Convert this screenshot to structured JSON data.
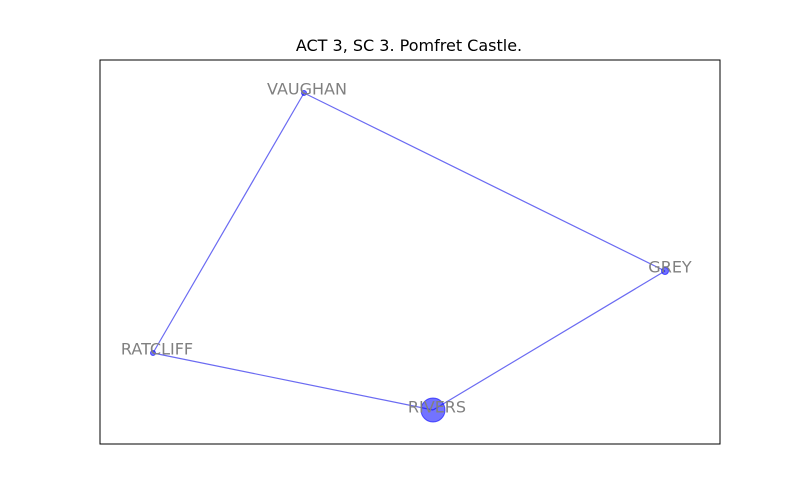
{
  "figure": {
    "title": "ACT 3, SC 3. Pomfret Castle."
  },
  "graph": {
    "nodes": [
      {
        "id": "VAUGHAN",
        "label": "VAUGHAN"
      },
      {
        "id": "GREY",
        "label": "GREY"
      },
      {
        "id": "RATCLIFF",
        "label": "RATCLIFF"
      },
      {
        "id": "RIVERS",
        "label": "RIVERS"
      }
    ],
    "edges": [
      {
        "source": "VAUGHAN",
        "target": "GREY"
      },
      {
        "source": "VAUGHAN",
        "target": "RATCLIFF"
      },
      {
        "source": "RATCLIFF",
        "target": "RIVERS"
      },
      {
        "source": "RIVERS",
        "target": "GREY"
      }
    ],
    "colors": {
      "edge": "#6b6bf2",
      "node": "#0000ff",
      "label": "#808080",
      "frame": "#000000"
    }
  }
}
